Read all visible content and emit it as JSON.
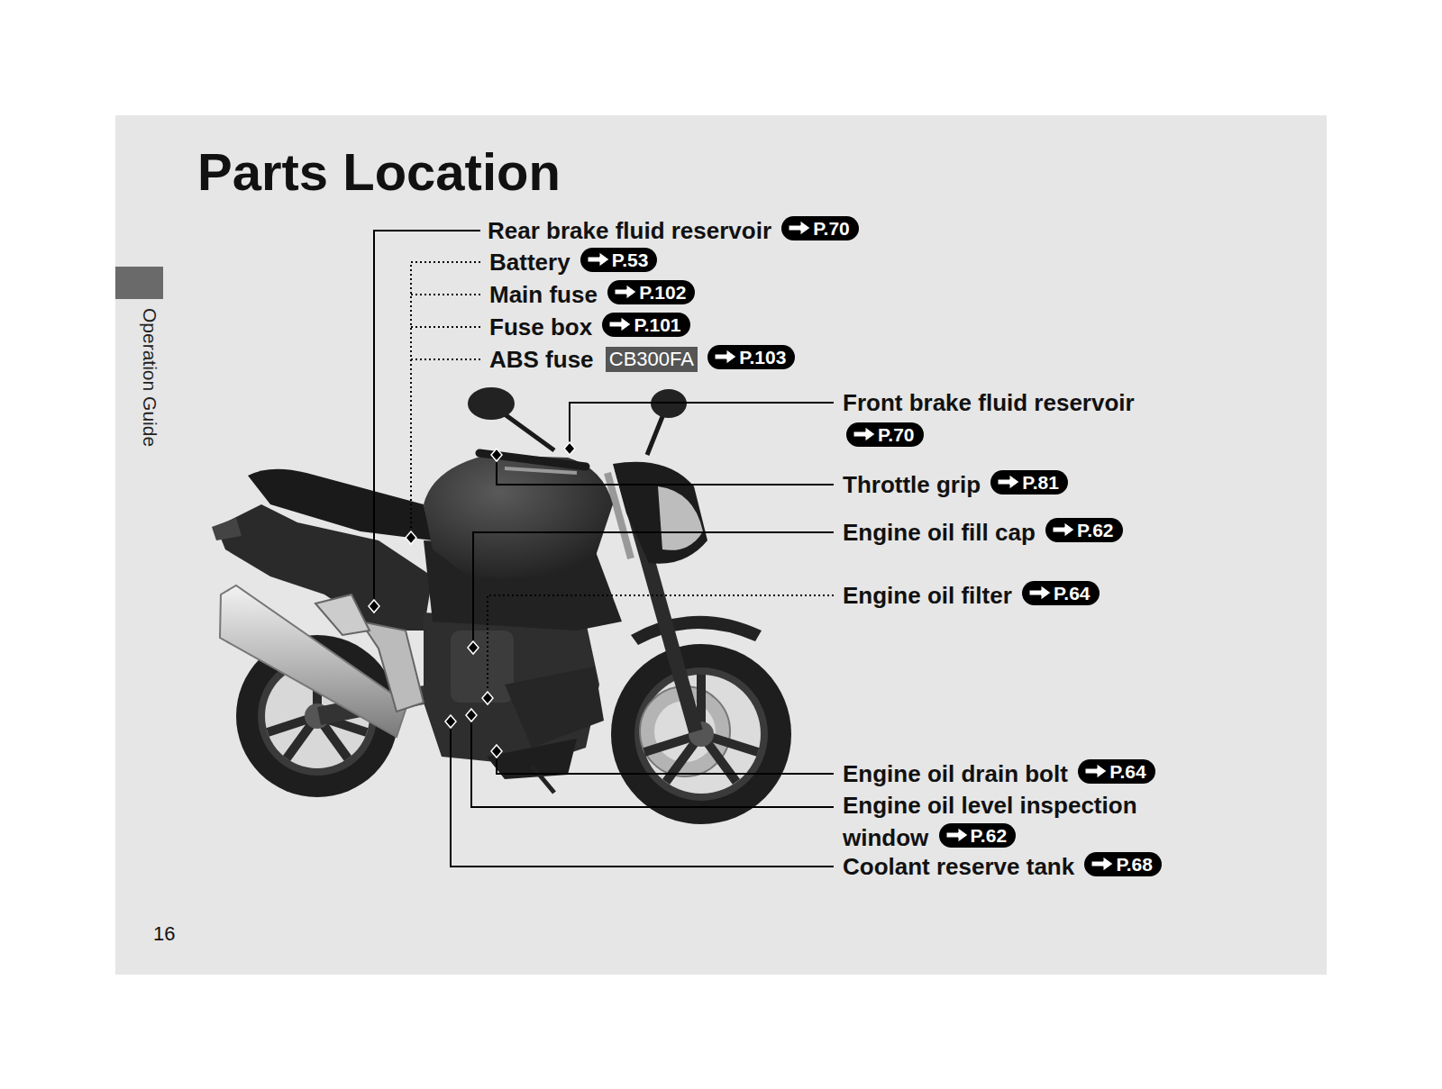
{
  "diagram": {
    "title": "Parts Location",
    "labels": [
      "Operation Guide",
      "Rear brake fluid reservoir",
      "P.70",
      "Battery",
      "P.53",
      "Main fuse",
      "P.102",
      "Fuse box",
      "P.101",
      "ABS fuse",
      "CB300FA",
      "P.103",
      "Front brake fluid reservoir",
      "P.70",
      "Throttle grip",
      "P.81",
      "Engine oil fill cap",
      "P.62",
      "Engine oil filter",
      "P.64",
      "Engine oil drain bolt",
      "P.64",
      "Engine oil level inspection window",
      "P.62",
      "Coolant reserve tank",
      "P.68",
      "16"
    ]
  }
}
